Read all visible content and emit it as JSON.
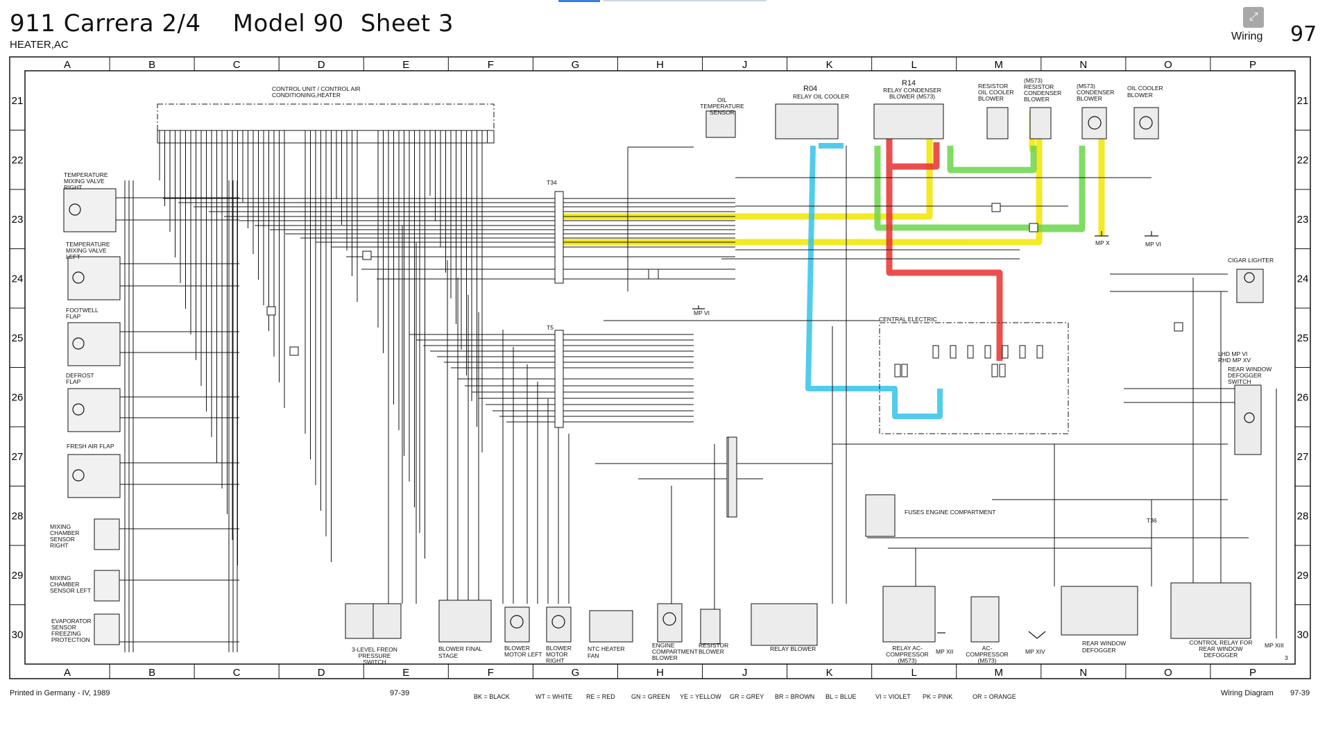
{
  "header": {
    "model": "911 Carrera 2/4",
    "model_year": "Model 90",
    "sheet": "Sheet 3",
    "system": "HEATER,AC",
    "section": "Wiring",
    "page": "97"
  },
  "grid": {
    "columns": [
      "A",
      "B",
      "C",
      "D",
      "E",
      "F",
      "G",
      "H",
      "J",
      "K",
      "L",
      "M",
      "N",
      "O",
      "P"
    ],
    "rows": [
      "21",
      "22",
      "23",
      "24",
      "25",
      "26",
      "27",
      "28",
      "29",
      "30"
    ],
    "corner_mark": "3"
  },
  "components": {
    "control_unit": "CONTROL UNIT / CONTROL AIR CONDITIONING,HEATER",
    "temp_mix_right": "TEMPERATURE MIXING VALVE RIGHT",
    "temp_mix_left": "TEMPERATURE MIXING VALVE LEFT",
    "footwell_flap": "FOOTWELL FLAP",
    "defrost_flap": "DEFROST FLAP",
    "fresh_air_flap": "FRESH AIR FLAP",
    "mix_chamber_right": "MIXING CHAMBER SENSOR RIGHT",
    "mix_chamber_left": "MIXING CHAMBER SENSOR LEFT",
    "evaporator": "EVAPORATOR SENSOR FREEZING PROTECTION",
    "oil_temp_sensor": "OIL TEMPERATURE SENSOR",
    "r04": "R04",
    "relay_oil_cooler": "RELAY OIL COOLER",
    "r14": "R14",
    "relay_condenser": "RELAY CONDENSER BLOWER (M573)",
    "resistor_oil_cooler": "RESISTOR OIL COOLER BLOWER",
    "resistor_condenser": "(M573) RESISTOR CONDENSER BLOWER",
    "condenser_blower": "(M573) CONDENSER BLOWER",
    "oil_cooler_blower": "OIL COOLER BLOWER",
    "cigar_lighter": "CIGAR LIGHTER",
    "central_electric": "CENTRAL ELECTRIC",
    "lhd_rhd": "LHD MP VI RHD MP XV",
    "rear_window_switch": "REAR WINDOW DEFOGGER SWITCH",
    "fuses_engine": "FUSES ENGINE COMPARTMENT",
    "pressure_switch": "3-LEVEL FREON PRESSURE SWITCH",
    "blower_final_stage": "BLOWER FINAL STAGE",
    "blower_motor_left": "BLOWER MOTOR LEFT",
    "blower_motor_right": "BLOWER MOTOR RIGHT",
    "ntc_heater_fan": "NTC HEATER FAN",
    "engine_comp_blower": "ENGINE COMPARTMENT BLOWER",
    "resistor_blower": "RESISTOR BLOWER",
    "relay_blower": "RELAY BLOWER",
    "relay_ac_comp": "RELAY AC-COMPRESSOR (M573)",
    "ac_compressor": "AC-COMPRESSOR (M573)",
    "rear_defogger": "REAR WINDOW DEFOGGER",
    "control_relay": "CONTROL RELAY FOR REAR WINDOW DEFOGGER",
    "t34": "T34",
    "t5": "T5",
    "t36": "T36",
    "mp_vi": "MP VI",
    "mp_x": "MP X",
    "mp_xii": "MP XII",
    "mp_xiv": "MP XIV",
    "mp_xiii": "MP XIII"
  },
  "footer": {
    "printed": "Printed in Germany - IV, 1989",
    "code_left": "97-39",
    "legend": [
      "BK = BLACK",
      "WT = WHITE",
      "RE = RED",
      "GN = GREEN",
      "YE = YELLOW",
      "GR = GREY",
      "BR = BROWN",
      "BL = BLUE",
      "VI = VIOLET",
      "PK = PINK",
      "OR = ORANGE"
    ],
    "doc_type": "Wiring Diagram",
    "code_right": "97-39"
  },
  "highlight_colors": {
    "yellow": "#f2e600",
    "green": "#6bd64a",
    "red": "#e8312e",
    "blue": "#34c3e8"
  },
  "ui": {
    "expand_icon": "expand-icon"
  }
}
